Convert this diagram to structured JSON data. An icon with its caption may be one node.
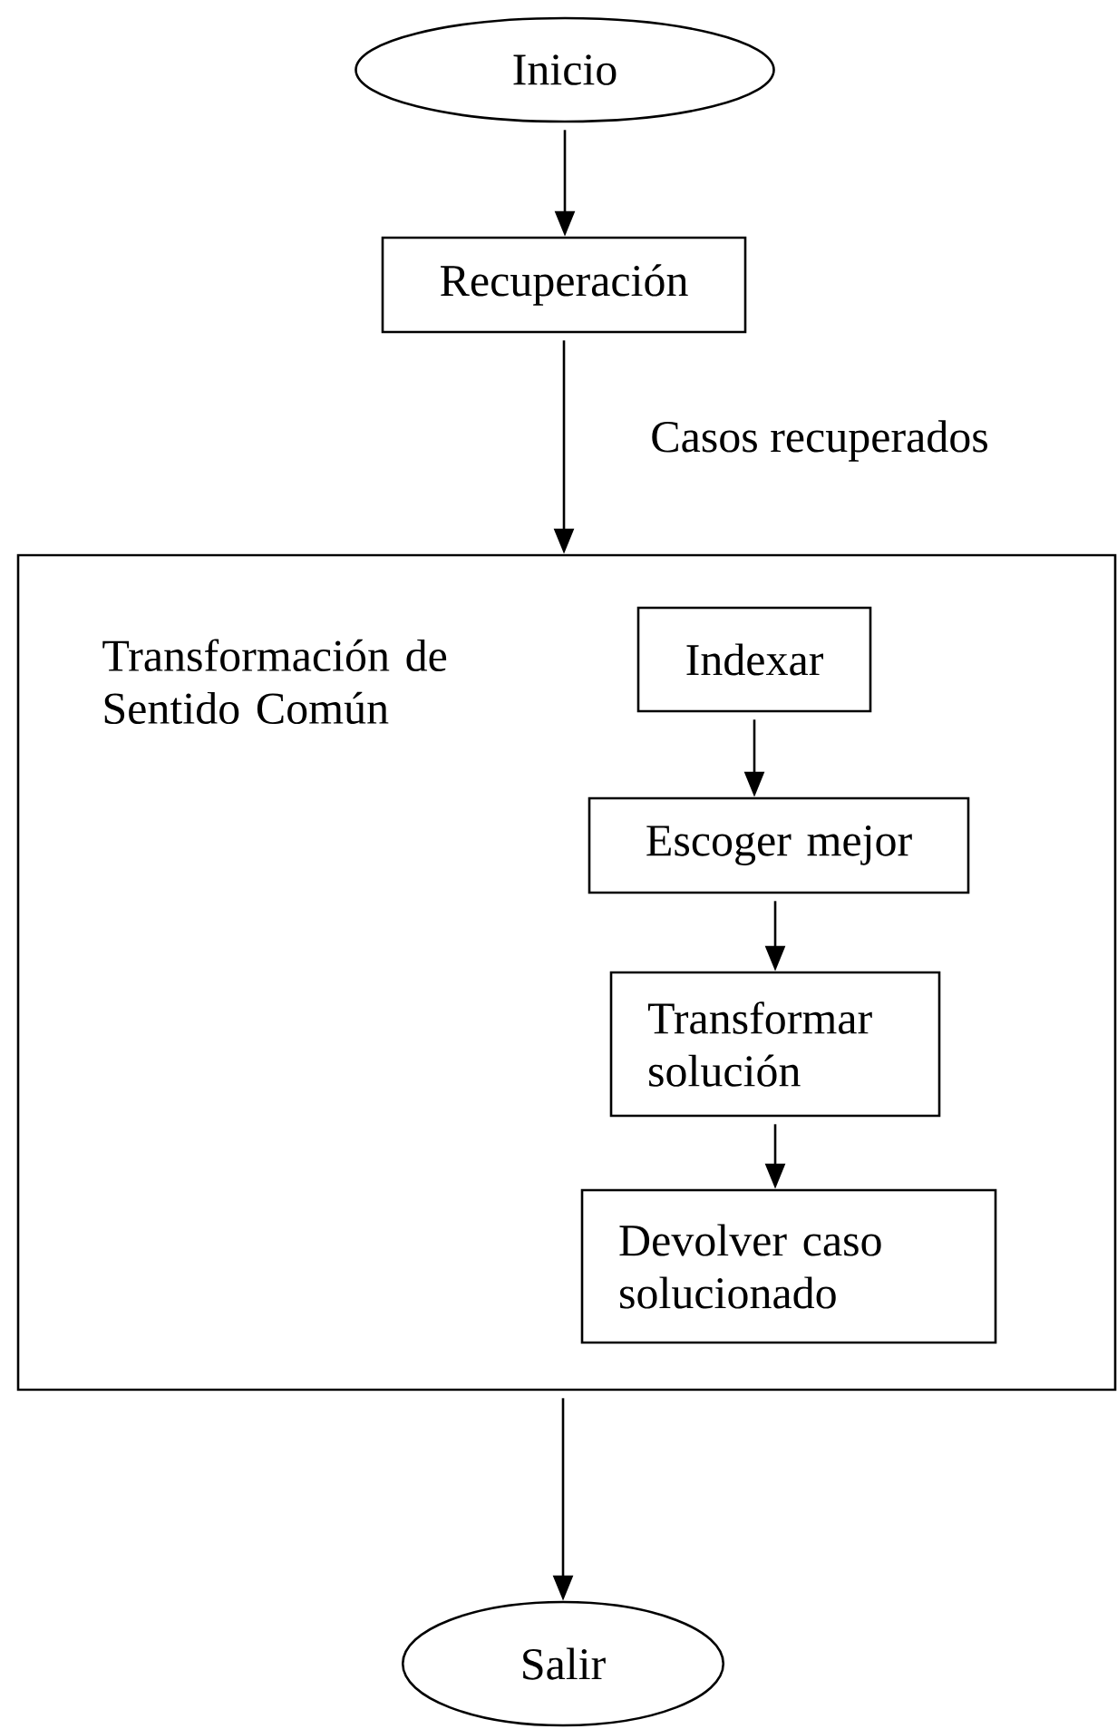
{
  "diagram": {
    "nodes": [
      {
        "text": [
          "Inicio"
        ]
      },
      {
        "text": [
          "Recuperación"
        ]
      },
      {
        "text": [
          "Transformación de Sentido Común"
        ]
      },
      {
        "text": [
          "Indexar"
        ],
        "in": 2
      },
      {
        "text": [
          "Escoger mejor"
        ],
        "in": 2
      },
      {
        "text": [
          "Transformar solución"
        ],
        "in": 2
      },
      {
        "text": [
          "Devolver caso solucionado"
        ],
        "in": 2
      },
      {
        "text": [
          "Salir"
        ]
      }
    ],
    "edges": [
      {
        "from": 0,
        "to": 1,
        "arrow": "to"
      },
      {
        "from": 1,
        "to": 2,
        "arrow": "to",
        "label": "Casos recuperados"
      },
      {
        "from": 3,
        "to": 4,
        "arrow": "to"
      },
      {
        "from": 4,
        "to": 5,
        "arrow": "to"
      },
      {
        "from": 5,
        "to": 6,
        "arrow": "to"
      },
      {
        "from": 2,
        "to": 7,
        "arrow": "to"
      }
    ]
  }
}
